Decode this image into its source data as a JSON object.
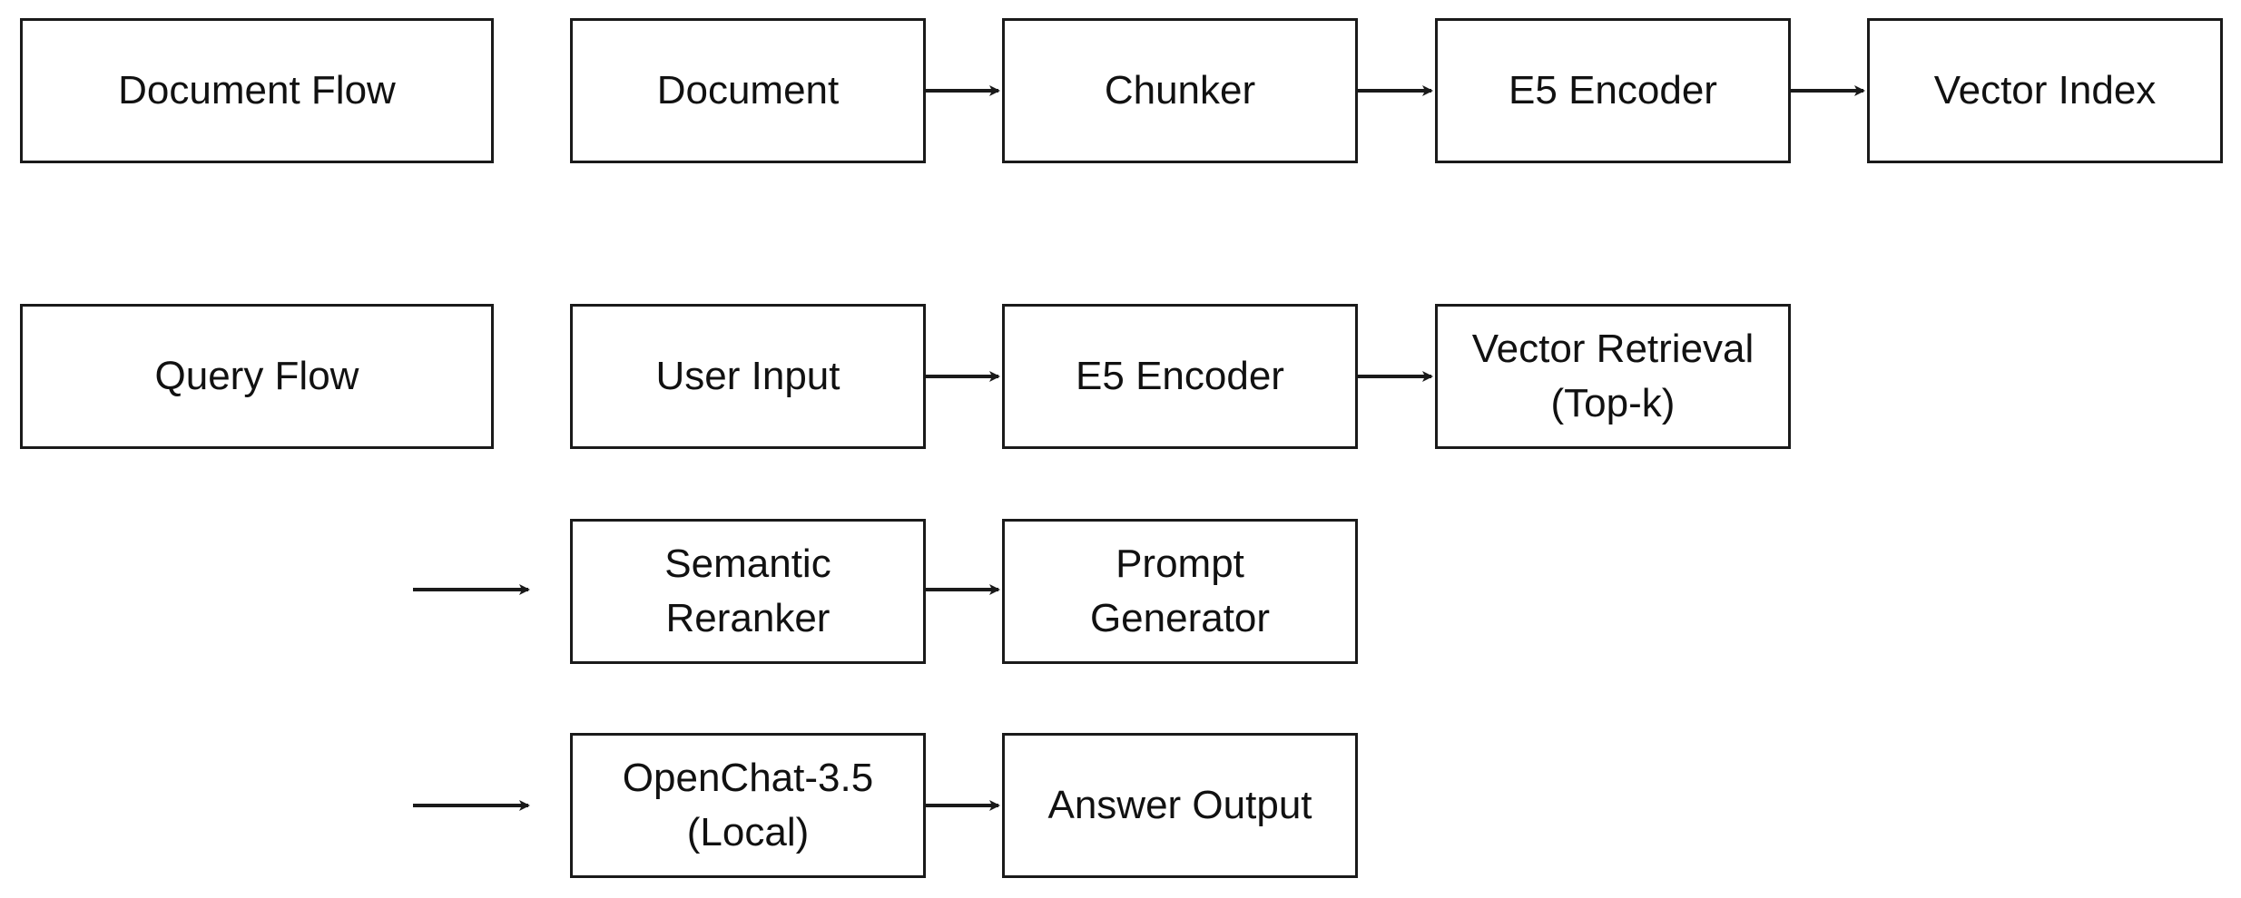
{
  "diagram": {
    "rows": {
      "document": {
        "label": "Document Flow",
        "steps": [
          "Document",
          "Chunker",
          "E5 Encoder",
          "Vector Index"
        ]
      },
      "query": {
        "label": "Query Flow",
        "steps": [
          "User Input",
          "E5 Encoder",
          "Vector Retrieval\n(Top-k)"
        ]
      },
      "rerank": {
        "steps": [
          "Semantic\nReranker",
          "Prompt\nGenerator"
        ]
      },
      "answer": {
        "steps": [
          "OpenChat-3.5\n(Local)",
          "Answer Output"
        ]
      }
    },
    "colors": {
      "stroke": "#1a1a1a",
      "background": "#ffffff",
      "text": "#111111"
    }
  }
}
